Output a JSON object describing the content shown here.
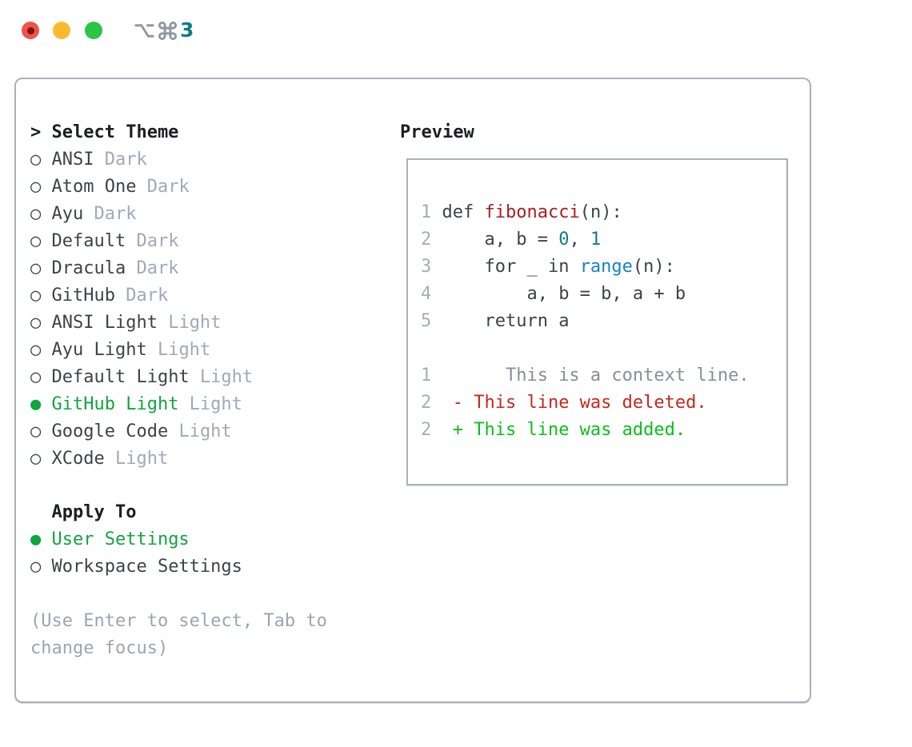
{
  "window": {
    "shortcut_text": "⌥⌘3",
    "shortcut_number": "3",
    "traffic_lights": [
      "close",
      "minimize",
      "zoom"
    ]
  },
  "theme_menu": {
    "header": {
      "marker": ">",
      "label": "Select Theme"
    },
    "items": [
      {
        "marker": "○",
        "label": "ANSI",
        "tag": "Dark",
        "selected": false
      },
      {
        "marker": "○",
        "label": "Atom One",
        "tag": "Dark",
        "selected": false
      },
      {
        "marker": "○",
        "label": "Ayu",
        "tag": "Dark",
        "selected": false
      },
      {
        "marker": "○",
        "label": "Default",
        "tag": "Dark",
        "selected": false
      },
      {
        "marker": "○",
        "label": "Dracula",
        "tag": "Dark",
        "selected": false
      },
      {
        "marker": "○",
        "label": "GitHub",
        "tag": "Dark",
        "selected": false
      },
      {
        "marker": "○",
        "label": "ANSI Light",
        "tag": "Light",
        "selected": false
      },
      {
        "marker": "○",
        "label": "Ayu Light",
        "tag": "Light",
        "selected": false
      },
      {
        "marker": "○",
        "label": "Default Light",
        "tag": "Light",
        "selected": false
      },
      {
        "marker": "●",
        "label": "GitHub Light",
        "tag": "Light",
        "selected": true
      },
      {
        "marker": "○",
        "label": "Google Code",
        "tag": "Light",
        "selected": false
      },
      {
        "marker": "○",
        "label": "XCode",
        "tag": "Light",
        "selected": false
      }
    ]
  },
  "apply_to": {
    "header": {
      "marker": " ",
      "label": "Apply To"
    },
    "items": [
      {
        "marker": "●",
        "label": "User Settings",
        "selected": true
      },
      {
        "marker": "○",
        "label": "Workspace Settings",
        "selected": false
      }
    ]
  },
  "hint": "(Use Enter to select, Tab to change focus)",
  "preview": {
    "title": "Preview",
    "code_lines": [
      [
        {
          "c": "ln",
          "t": "1"
        },
        {
          "c": "code",
          "t": " def "
        },
        {
          "c": "fn",
          "t": "fibonacci"
        },
        {
          "c": "code",
          "t": "(n):"
        }
      ],
      [
        {
          "c": "ln",
          "t": "2"
        },
        {
          "c": "code",
          "t": "     a, b = "
        },
        {
          "c": "num",
          "t": "0"
        },
        {
          "c": "code",
          "t": ", "
        },
        {
          "c": "num",
          "t": "1"
        }
      ],
      [
        {
          "c": "ln",
          "t": "3"
        },
        {
          "c": "code",
          "t": "     for _ in "
        },
        {
          "c": "call",
          "t": "range"
        },
        {
          "c": "code",
          "t": "(n):"
        }
      ],
      [
        {
          "c": "ln",
          "t": "4"
        },
        {
          "c": "code",
          "t": "         a, b = b, a + b"
        }
      ],
      [
        {
          "c": "ln",
          "t": "5"
        },
        {
          "c": "code",
          "t": "     return a"
        }
      ],
      [],
      [
        {
          "c": "ln",
          "t": "1"
        },
        {
          "c": "ctx",
          "t": "       This is a context line."
        }
      ],
      [
        {
          "c": "ln",
          "t": "2"
        },
        {
          "c": "del",
          "t": "  - This line was deleted."
        }
      ],
      [
        {
          "c": "ln",
          "t": "2"
        },
        {
          "c": "add",
          "t": "  + This line was added."
        }
      ]
    ]
  },
  "colors": {
    "selected_green": "#10a53e",
    "added_green": "#0abf1a",
    "deleted_red": "#c5281c",
    "function_red": "#ab1d22",
    "number_teal": "#0f7d82",
    "call_blue": "#1583c4",
    "text_dark": "#3c434a",
    "header_dark": "#1b1f24",
    "muted_gray": "#9fa9b8",
    "context_gray": "#878f98",
    "border_gray": "#a9b1be",
    "traffic_red": "#f0524a",
    "traffic_yellow": "#fbba2d",
    "traffic_green": "#2cc644"
  }
}
